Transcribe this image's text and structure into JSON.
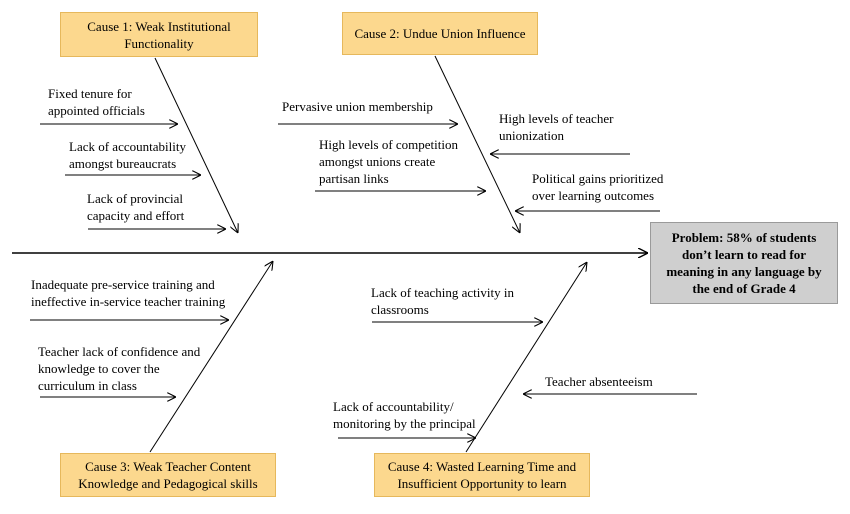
{
  "problem": "Problem:  58% of students don’t learn to read for meaning in any language by the end of Grade 4",
  "causes": [
    {
      "title": "Cause 1: Weak Institutional Functionality",
      "factors": [
        "Fixed tenure for\nappointed officials",
        "Lack of accountability\namongst bureaucrats",
        "Lack of provincial\ncapacity and effort"
      ]
    },
    {
      "title": "Cause 2: Undue Union Influence",
      "factors": [
        "Pervasive union membership",
        "High levels of competition\namongst unions create\npartisan links",
        "High levels of teacher\nunionization",
        "Political gains prioritized\nover learning outcomes"
      ]
    },
    {
      "title": "Cause 3: Weak Teacher Content Knowledge and Pedagogical skills",
      "factors": [
        "Inadequate pre-service training and\nineffective in-service teacher training",
        "Teacher lack of confidence and\nknowledge to cover the\ncurriculum in class"
      ]
    },
    {
      "title": "Cause 4: Wasted Learning Time and Insufficient Opportunity to learn",
      "factors": [
        "Lack of teaching activity in\nclassrooms",
        "Lack of accountability/\nmonitoring by the principal",
        "Teacher absenteeism"
      ]
    }
  ]
}
